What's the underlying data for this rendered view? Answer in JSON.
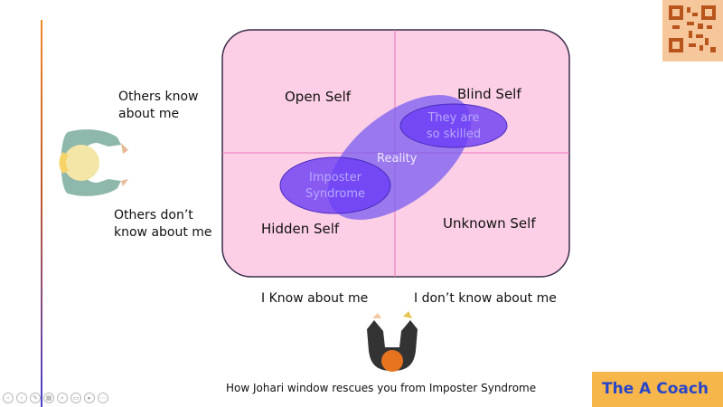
{
  "diagram": {
    "quadrants": {
      "open": "Open Self",
      "blind": "Blind Self",
      "hidden": "Hidden Self",
      "unknown": "Unknown Self"
    },
    "ellipses": {
      "skilled_line1": "They are",
      "skilled_line2": "so skilled",
      "reality": "Reality",
      "imposter_line1": "Imposter",
      "imposter_line2": "Syndrome"
    },
    "side_labels": {
      "others_know_line1": "Others know",
      "others_know_line2": "about me",
      "others_dont_line1": "Others don’t",
      "others_dont_line2": "know about me"
    },
    "axis_labels": {
      "i_know": "I Know about me",
      "i_dont_know": "I don’t know about me"
    },
    "caption": "How Johari window rescues you from Imposter Syndrome"
  },
  "logo": {
    "text": "The A Coach"
  },
  "colors": {
    "window_fill": "#fccfe6",
    "window_border": "#3a2c4a",
    "divider": "#e37ab8",
    "reality_ellipse": "#7a5cf0",
    "small_ellipse": "#6a3cf5",
    "accent_orange": "#f08a24",
    "accent_blue": "#4a3fd0",
    "logo_bg": "#f7b64a",
    "logo_text": "#2746c9",
    "qr_bg": "#f6c79b"
  },
  "icons": [
    "person-topdown-blonde-icon",
    "person-topdown-dark-icon",
    "qr-code-icon"
  ]
}
